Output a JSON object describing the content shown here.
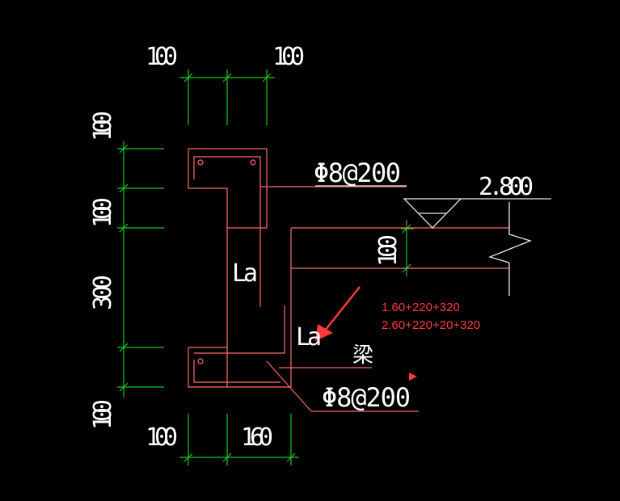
{
  "dims": {
    "top_left": "100",
    "top_right": "100",
    "left_1": "100",
    "left_2": "100",
    "left_3": "300",
    "left_4": "100",
    "bottom_left": "100",
    "bottom_right": "160",
    "slab_thickness": "100"
  },
  "labels": {
    "rebar_top": "Φ8@200",
    "rebar_bottom": "Φ8@200",
    "elevation": "2.800",
    "anchor_1": "La",
    "anchor_2": "La",
    "beam": "梁"
  },
  "notes": {
    "line1": "1.60+220+320",
    "line2": "2.60+220+20+320"
  },
  "colors": {
    "background": "#000000",
    "dimension": "#18c81b",
    "outline": "#ff6a6a",
    "annotation": "#ff3a3a",
    "text": "#ffffff"
  }
}
